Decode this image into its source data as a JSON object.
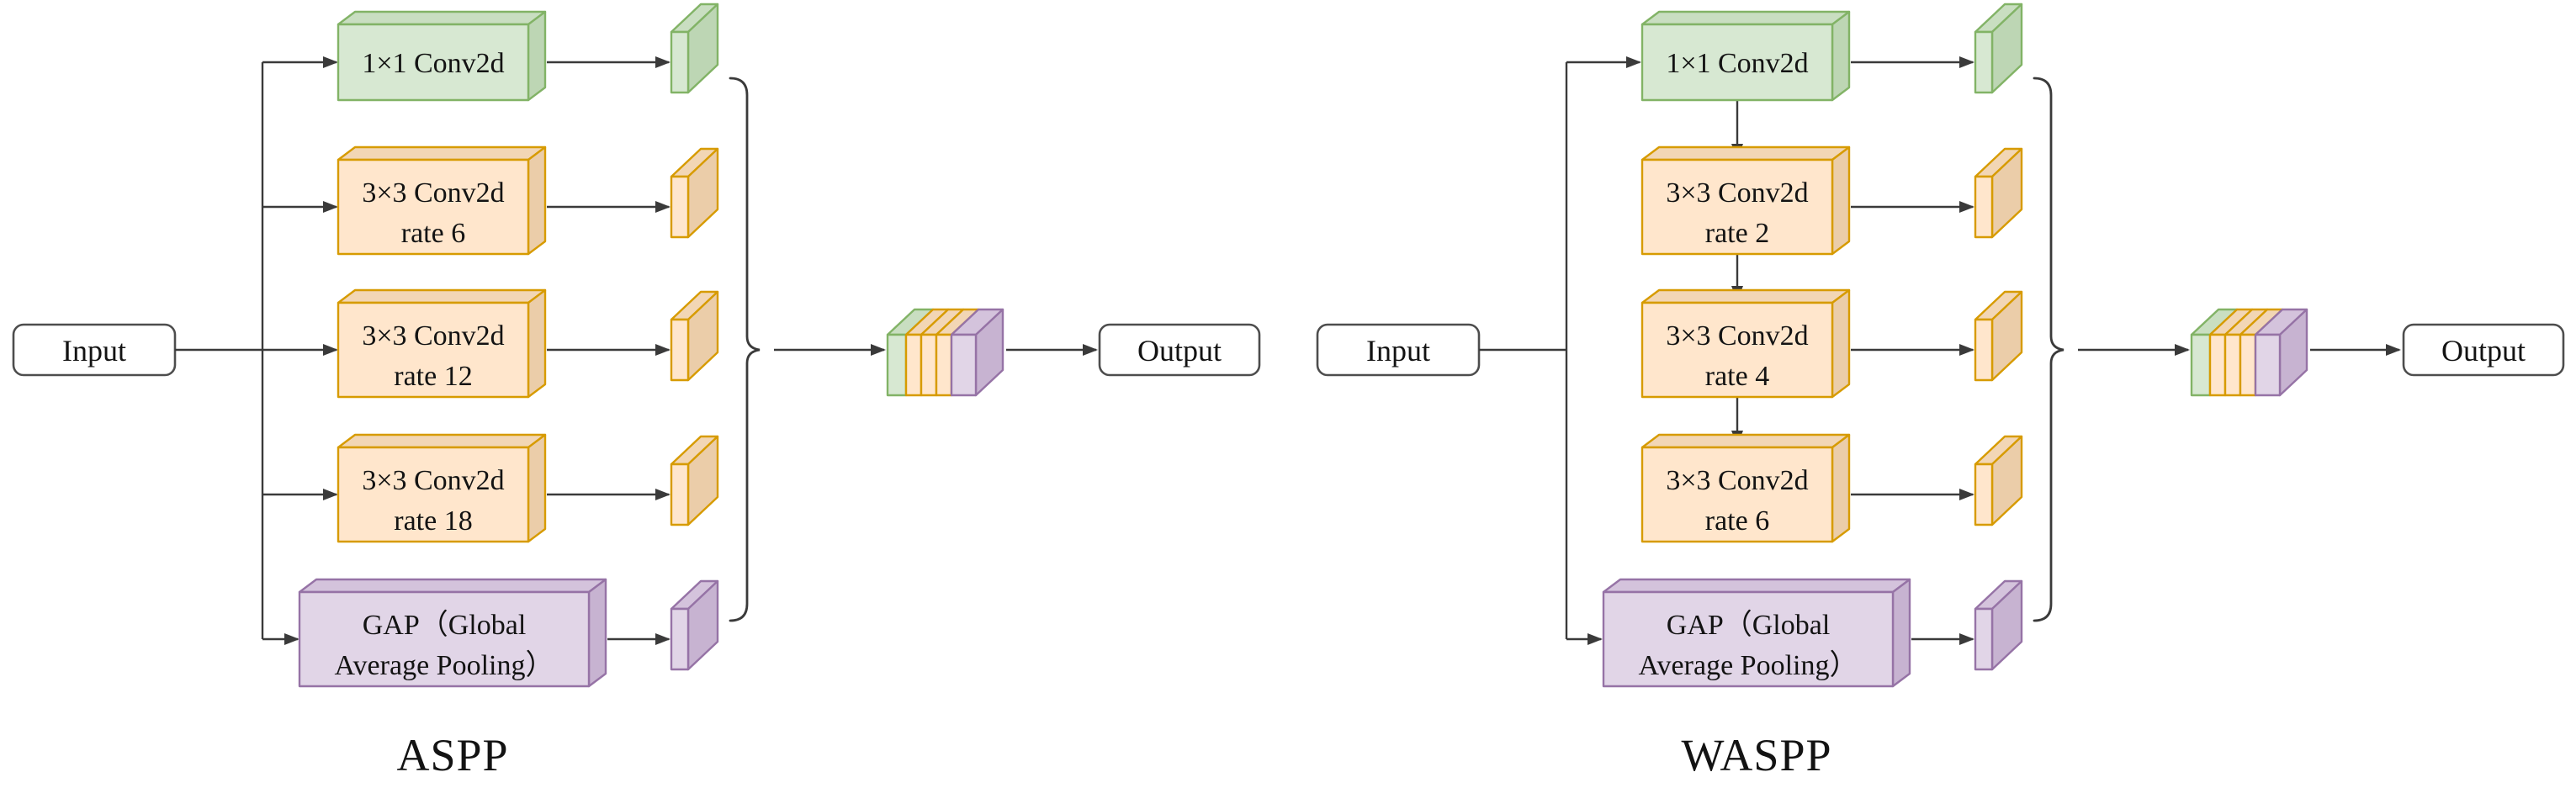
{
  "figure": {
    "panels": [
      {
        "title": "ASPP",
        "input_label": "Input",
        "output_label": "Output",
        "branches": [
          {
            "line1": "1×1 Conv2d"
          },
          {
            "line1": "3×3 Conv2d",
            "line2": "rate 6"
          },
          {
            "line1": "3×3 Conv2d",
            "line2": "rate 12"
          },
          {
            "line1": "3×3 Conv2d",
            "line2": "rate 18"
          },
          {
            "line1": "GAP（Global",
            "line2": "Average Pooling）"
          }
        ]
      },
      {
        "title": "WASPP",
        "input_label": "Input",
        "output_label": "Output",
        "branches": [
          {
            "line1": "1×1 Conv2d"
          },
          {
            "line1": "3×3 Conv2d",
            "line2": "rate 2"
          },
          {
            "line1": "3×3 Conv2d",
            "line2": "rate 4"
          },
          {
            "line1": "3×3 Conv2d",
            "line2": "rate 6"
          },
          {
            "line1": "GAP（Global",
            "line2": "Average Pooling）"
          }
        ]
      }
    ],
    "palette": {
      "conv_1x1_fill": "#d7e8d2",
      "conv_1x1_stroke": "#82b366",
      "atrous_conv_fill": "#ffe6cc",
      "atrous_conv_stroke": "#d79b00",
      "gap_fill": "#e1d5e7",
      "gap_stroke": "#9673a6",
      "io_fill": "#ffffff",
      "io_stroke": "#4d4d4d",
      "connector": "#3a3a3a",
      "text": "#131313"
    }
  }
}
